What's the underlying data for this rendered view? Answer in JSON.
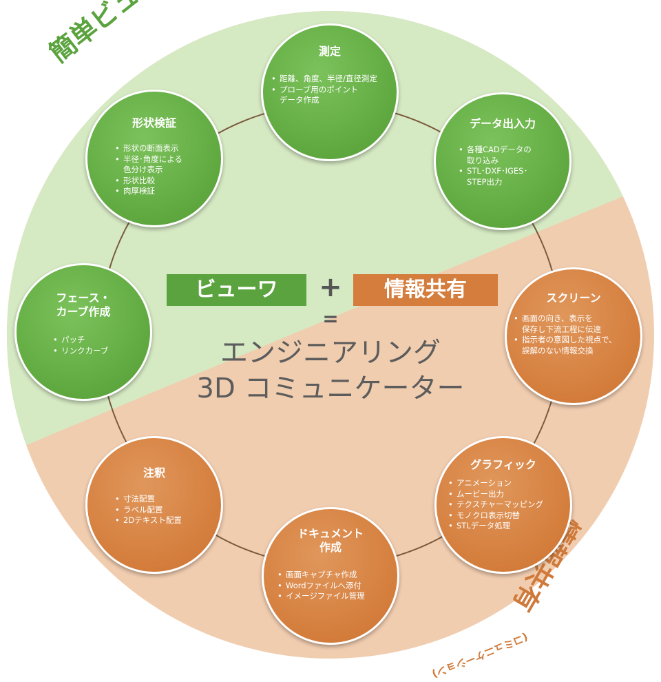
{
  "colors": {
    "green_zone": "#d5e9c3",
    "orange_zone": "#f1cdb0",
    "green_node": "#5fa83f",
    "orange_node": "#d47d3c",
    "ring": "#7a5a3c",
    "green_label": "#5aa33e",
    "orange_label": "#cf7a3b"
  },
  "center": {
    "viewer_tag": "ビューワ",
    "plus": "+",
    "sharing_tag": "情報共有",
    "equals": "=",
    "title_line1": "エンジニアリング",
    "title_line2": "3D コミュニケーター"
  },
  "corner_labels": {
    "simple_viewer": "簡単ビューワ",
    "info_sharing": "情報共有",
    "communication": "(コミュニケーション)"
  },
  "nodes": {
    "measure": {
      "title": "測定",
      "items": [
        "距離、角度、半径/直径測定",
        "プローブ用のポイント\nデータ作成"
      ]
    },
    "data_io": {
      "title": "データ出入力",
      "items": [
        "各種CADデータの\n取り込み",
        "STL･DXF･IGES･\nSTEP出力"
      ]
    },
    "screen": {
      "title": "スクリーン",
      "items": [
        "画面の向き、表示を\n保存し下流工程に伝達",
        "指示者の意図した視点で、\n誤解のない情報交換"
      ]
    },
    "graphic": {
      "title": "グラフィック",
      "items": [
        "アニメーション",
        "ムービー出力",
        "テクスチャーマッピング",
        "モノクロ表示切替",
        "STLデータ処理"
      ]
    },
    "document": {
      "title": "ドキュメント\n作成",
      "items": [
        "画面キャプチャ作成",
        "Wordファイルへ添付",
        "イメージファイル管理"
      ]
    },
    "annotation": {
      "title": "注釈",
      "items": [
        "寸法配置",
        "ラベル配置",
        "2Dテキスト配置"
      ]
    },
    "face_curve": {
      "title": "フェース・\nカーブ作成",
      "items": [
        "パッチ",
        "リンクカーブ"
      ]
    },
    "shape_verify": {
      "title": "形状検証",
      "items": [
        "形状の断面表示",
        "半径･角度による\n色分け表示",
        "形状比較",
        "肉厚検証"
      ]
    }
  }
}
